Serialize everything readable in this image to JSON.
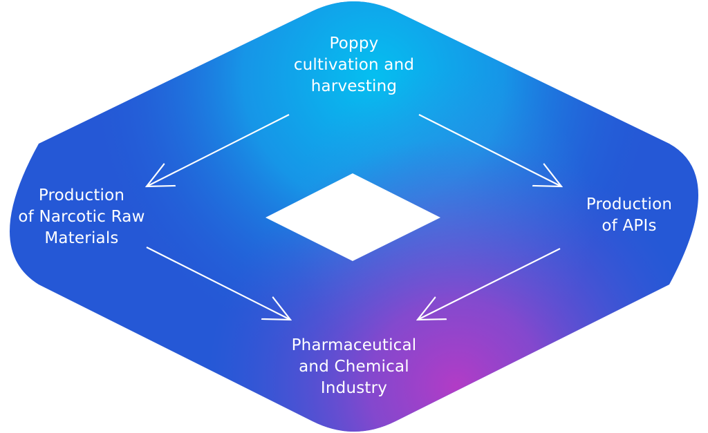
{
  "diagram": {
    "colors": {
      "gradient_cyan": "#05bff0",
      "gradient_blue": "#2e6fdc",
      "gradient_deep_blue": "#2558d6",
      "gradient_magenta": "#a63cc7",
      "arrow": "#ffffff",
      "center": "#ffffff"
    },
    "nodes": {
      "top": {
        "lines": [
          "Poppy",
          "cultivation and",
          "harvesting"
        ]
      },
      "left": {
        "lines": [
          "Production",
          "of Narcotic Raw",
          "Materials"
        ]
      },
      "right": {
        "lines": [
          "Production",
          "of APIs"
        ]
      },
      "bottom": {
        "lines": [
          "Pharmaceutical",
          "and Chemical",
          "Industry"
        ]
      }
    },
    "flows": [
      {
        "from": "top",
        "to": "left",
        "icon": "arrow-icon"
      },
      {
        "from": "top",
        "to": "right",
        "icon": "arrow-icon"
      },
      {
        "from": "left",
        "to": "bottom",
        "icon": "arrow-icon"
      },
      {
        "from": "right",
        "to": "bottom",
        "icon": "arrow-icon"
      }
    ]
  }
}
